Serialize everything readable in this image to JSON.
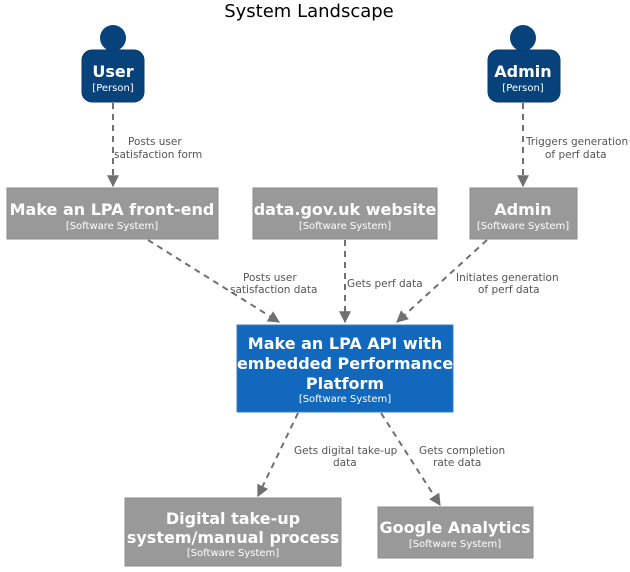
{
  "title": "System Landscape",
  "colors": {
    "person": "#08427b",
    "person_border": "#073b6f",
    "external_system": "#999999",
    "external_border": "#8a8a8a",
    "internal_system": "#1168bd",
    "internal_border": "#3c7fc0",
    "edge": "#707070",
    "edge_label": "#555555"
  },
  "nodes": {
    "user": {
      "name": "User",
      "type": "[Person]"
    },
    "admin_person": {
      "name": "Admin",
      "type": "[Person]"
    },
    "frontend": {
      "name": "Make an LPA front-end",
      "type": "[Software System]"
    },
    "datagov": {
      "name": "data.gov.uk website",
      "type": "[Software System]"
    },
    "admin_system": {
      "name": "Admin",
      "type": "[Software System]"
    },
    "api": {
      "name_lines": [
        "Make an LPA API with",
        "embedded Performance",
        "Platform"
      ],
      "type": "[Software System]"
    },
    "digital": {
      "name_lines": [
        "Digital take-up",
        "system/manual process"
      ],
      "type": "[Software System]"
    },
    "analytics": {
      "name": "Google Analytics",
      "type": "[Software System]"
    }
  },
  "edges": {
    "user_to_frontend": {
      "label_lines": [
        "Posts user",
        "satisfaction form"
      ]
    },
    "admin_to_admin": {
      "label_lines": [
        "Triggers generation",
        "of perf data"
      ]
    },
    "frontend_to_api": {
      "label_lines": [
        "Posts user",
        "satisfaction data"
      ]
    },
    "datagov_to_api": {
      "label_lines": [
        "Gets perf data"
      ]
    },
    "admin_to_api": {
      "label_lines": [
        "Initiates generation",
        "of perf data"
      ]
    },
    "api_to_digital": {
      "label_lines": [
        "Gets digital take-up",
        "data"
      ]
    },
    "api_to_analytics": {
      "label_lines": [
        "Gets completion",
        "rate data"
      ]
    }
  }
}
